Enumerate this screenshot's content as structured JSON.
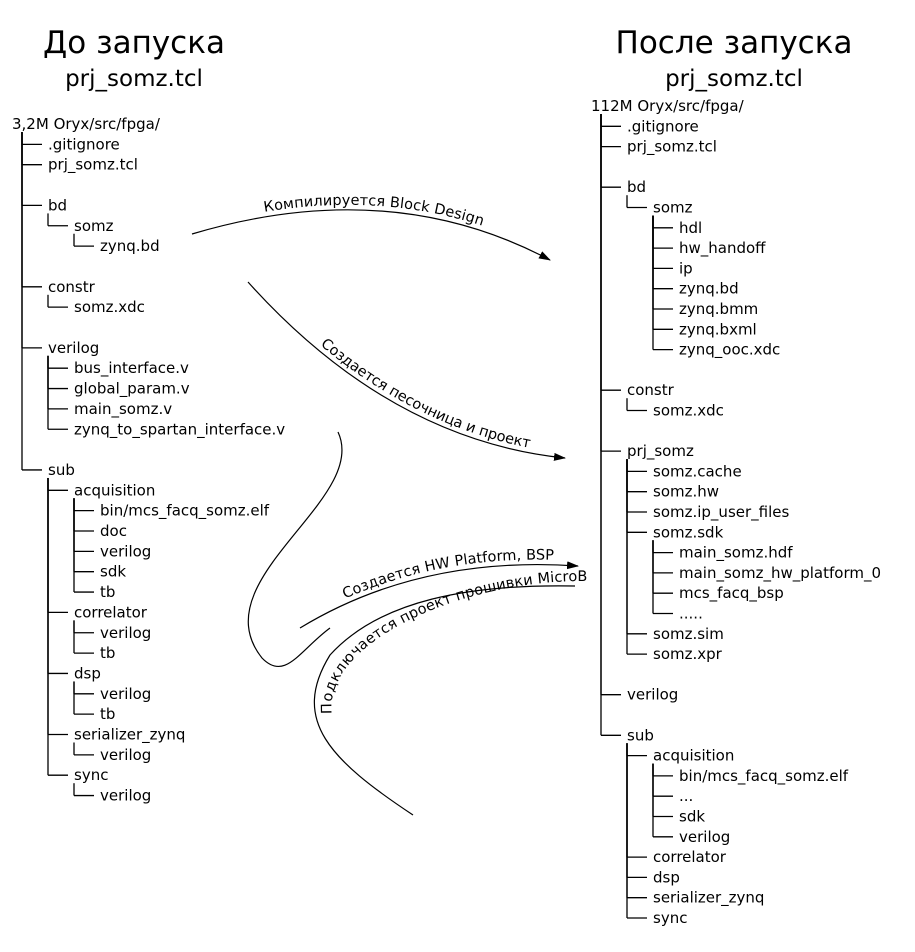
{
  "left": {
    "title": "До запуска",
    "subtitle": "prj_somz.tcl",
    "tree": [
      {
        "label": "3,2M  Oryx/src/fpga/",
        "level": -1
      },
      {
        "label": ".gitignore",
        "level": 0
      },
      {
        "label": "prj_somz.tcl",
        "level": 0
      },
      {
        "label": "",
        "level": null
      },
      {
        "label": "bd",
        "level": 0
      },
      {
        "label": "somz",
        "level": 1
      },
      {
        "label": "zynq.bd",
        "level": 2
      },
      {
        "label": "",
        "level": null
      },
      {
        "label": "constr",
        "level": 0
      },
      {
        "label": "somz.xdc",
        "level": 1
      },
      {
        "label": "",
        "level": null
      },
      {
        "label": "verilog",
        "level": 0
      },
      {
        "label": "bus_interface.v",
        "level": 1
      },
      {
        "label": "global_param.v",
        "level": 1
      },
      {
        "label": "main_somz.v",
        "level": 1
      },
      {
        "label": "zynq_to_spartan_interface.v",
        "level": 1
      },
      {
        "label": "",
        "level": null
      },
      {
        "label": "sub",
        "level": 0
      },
      {
        "label": "acquisition",
        "level": 1
      },
      {
        "label": "bin/mcs_facq_somz.elf",
        "level": 2
      },
      {
        "label": "doc",
        "level": 2
      },
      {
        "label": "verilog",
        "level": 2
      },
      {
        "label": "sdk",
        "level": 2
      },
      {
        "label": "tb",
        "level": 2
      },
      {
        "label": "correlator",
        "level": 1
      },
      {
        "label": "verilog",
        "level": 2
      },
      {
        "label": "tb",
        "level": 2
      },
      {
        "label": "dsp",
        "level": 1
      },
      {
        "label": "verilog",
        "level": 2
      },
      {
        "label": "tb",
        "level": 2
      },
      {
        "label": "serializer_zynq",
        "level": 1
      },
      {
        "label": "verilog",
        "level": 2
      },
      {
        "label": "sync",
        "level": 1
      },
      {
        "label": "verilog",
        "level": 2
      }
    ]
  },
  "right": {
    "title": "После запуска",
    "subtitle": "prj_somz.tcl",
    "tree": [
      {
        "label": "112M  Oryx/src/fpga/",
        "level": -1
      },
      {
        "label": ".gitignore",
        "level": 0
      },
      {
        "label": "prj_somz.tcl",
        "level": 0
      },
      {
        "label": "",
        "level": null
      },
      {
        "label": "bd",
        "level": 0
      },
      {
        "label": "somz",
        "level": 1
      },
      {
        "label": "hdl",
        "level": 2
      },
      {
        "label": "hw_handoff",
        "level": 2
      },
      {
        "label": "ip",
        "level": 2
      },
      {
        "label": "zynq.bd",
        "level": 2
      },
      {
        "label": "zynq.bmm",
        "level": 2
      },
      {
        "label": "zynq.bxml",
        "level": 2
      },
      {
        "label": "zynq_ooc.xdc",
        "level": 2
      },
      {
        "label": "",
        "level": null
      },
      {
        "label": "constr",
        "level": 0
      },
      {
        "label": "somz.xdc",
        "level": 1
      },
      {
        "label": "",
        "level": null
      },
      {
        "label": "prj_somz",
        "level": 0
      },
      {
        "label": "somz.cache",
        "level": 1
      },
      {
        "label": "somz.hw",
        "level": 1
      },
      {
        "label": "somz.ip_user_files",
        "level": 1
      },
      {
        "label": "somz.sdk",
        "level": 1
      },
      {
        "label": "main_somz.hdf",
        "level": 2
      },
      {
        "label": "main_somz_hw_platform_0",
        "level": 2
      },
      {
        "label": "mcs_facq_bsp",
        "level": 2
      },
      {
        "label": ".....",
        "level": 2
      },
      {
        "label": "somz.sim",
        "level": 1
      },
      {
        "label": "somz.xpr",
        "level": 1
      },
      {
        "label": "",
        "level": null
      },
      {
        "label": "verilog",
        "level": 0
      },
      {
        "label": "",
        "level": null
      },
      {
        "label": "sub",
        "level": 0
      },
      {
        "label": "acquisition",
        "level": 1
      },
      {
        "label": "bin/mcs_facq_somz.elf",
        "level": 2
      },
      {
        "label": "...",
        "level": 2
      },
      {
        "label": "sdk",
        "level": 2
      },
      {
        "label": "verilog",
        "level": 2
      },
      {
        "label": "correlator",
        "level": 1
      },
      {
        "label": "dsp",
        "level": 1
      },
      {
        "label": "serializer_zynq",
        "level": 1
      },
      {
        "label": "sync",
        "level": 1
      }
    ]
  },
  "arrows": [
    {
      "label": "Компилируется Block Design"
    },
    {
      "label": "Создается песочница и проект"
    },
    {
      "label": "Создается HW Platform, BSP"
    },
    {
      "label": "Подключается проект прошивки MicroBlaze"
    }
  ]
}
